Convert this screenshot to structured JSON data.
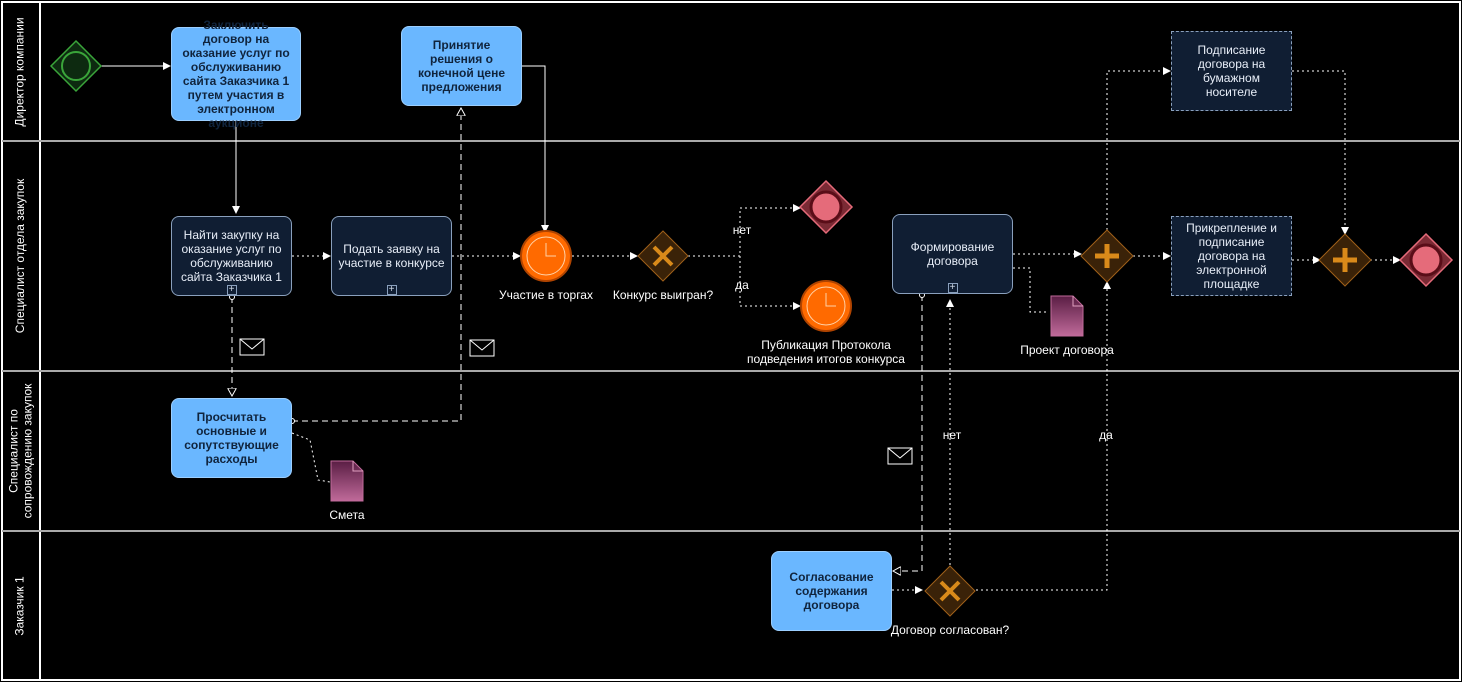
{
  "lanes": [
    {
      "label": "Директор компании"
    },
    {
      "label": "Специалист отдела закупок"
    },
    {
      "label": "Специалист по\nсопровождению закупок"
    },
    {
      "label": "Заказчик 1"
    }
  ],
  "tasks": {
    "conclude_contract": "Заключить договор на оказание услуг по обслуживанию сайта Заказчика 1 путем участия в электронном аукционе",
    "final_price_decision": "Принятие решения о конечной цене предложения",
    "paper_signing": "Подписание договора на бумажном носителе",
    "find_purchase": "Найти закупку на оказание услуг по обслуживанию сайта Заказчика 1",
    "submit_application": "Подать заявку на участие в конкурсе",
    "form_contract": "Формирование договора",
    "attach_sign": "Прикрепление и подписание договора на электронной площадке",
    "calculate_costs": "Просчитать основные и сопутствующие расходы",
    "approve_contract": "Согласование содержания договора"
  },
  "events": {
    "bidding": "Участие в торгах",
    "protocol": "Публикация Протокола подведения итогов конкурса"
  },
  "gateways": {
    "contest_won": "Конкурс выигран?",
    "contract_approved": "Договор согласован?"
  },
  "documents": {
    "draft_contract": "Проект договора",
    "estimate": "Смета"
  },
  "flow_labels": {
    "no1": "нет",
    "yes1": "да",
    "no2": "нет",
    "yes2": "да"
  },
  "colors": {
    "task_blue": "#6ab7ff",
    "task_dark": "#101e33",
    "timer_event": "#ff6a00",
    "end_event": "#e56b7a",
    "gateway": "#4a2a0a",
    "gateway_mark": "#d98a1a",
    "document": "#8a3a6a"
  }
}
